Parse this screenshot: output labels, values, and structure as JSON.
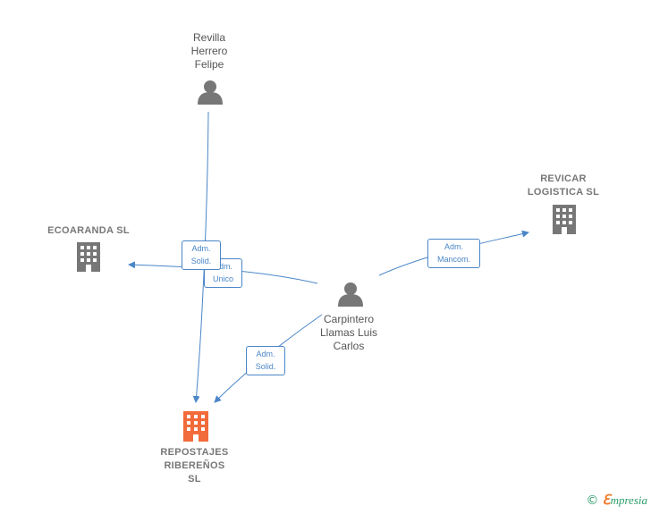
{
  "colors": {
    "edge": "#4a86c8",
    "person_icon": "#777777",
    "company_icon": "#777777",
    "main_company_icon": "#f26b3a",
    "brand_green": "#2a9d6a",
    "brand_orange": "#f07b2a"
  },
  "nodes": {
    "revilla": {
      "label": "Revilla\nHerrero\nFelipe",
      "icon": "person-icon"
    },
    "carpintero": {
      "label": "Carpintero\nLlamas Luis\nCarlos",
      "icon": "person-icon"
    },
    "ecoaranda": {
      "label": "ECOARANDA SL",
      "icon": "building-icon"
    },
    "revicar": {
      "label": "REVICAR\nLOGISTICA SL",
      "icon": "building-icon"
    },
    "repostajes": {
      "label": "REPOSTAJES\nRIBEREÑOS\nSL",
      "icon": "building-icon"
    }
  },
  "edges": {
    "revilla_repostajes": {
      "label": "Adm.\nSolid."
    },
    "carpintero_ecoaranda": {
      "label": "Adm.\nUnico"
    },
    "carpintero_repostajes": {
      "label": "Adm.\nSolid."
    },
    "carpintero_revicar": {
      "label": "Adm.\nMancom."
    }
  },
  "footer": {
    "copyright": "©",
    "brand_first": "ℇ",
    "brand_rest": "mpresia"
  }
}
